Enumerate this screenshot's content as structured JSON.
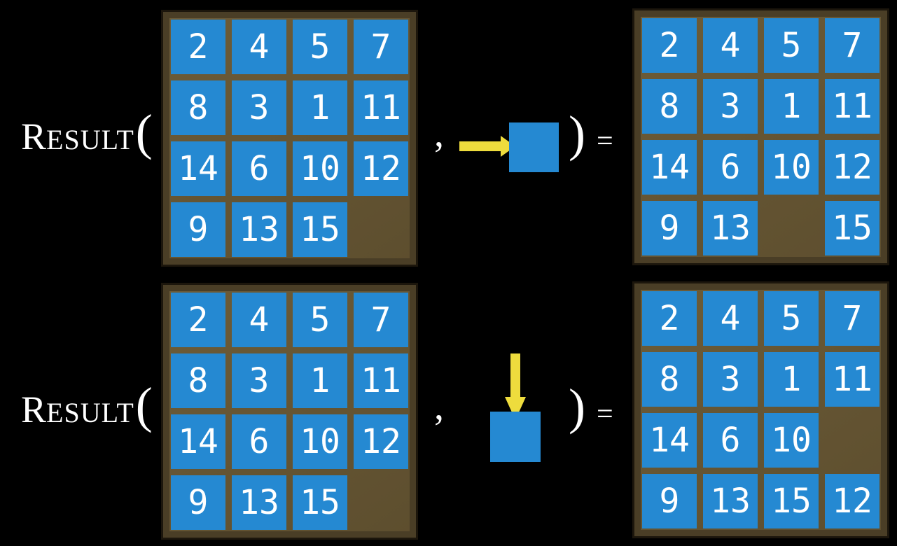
{
  "colors": {
    "background": "#000000",
    "board_face": "#6d5c38",
    "board_face_dark": "#5d4e2e",
    "board_edge": "#4a3e26",
    "board_outline": "#1c160c",
    "tile_blue": "#2589d2",
    "tile_text": "#ffffff",
    "arrow_yellow": "#eedc3d",
    "label_text": "#ffffff"
  },
  "equations": [
    {
      "function": {
        "initial": "R",
        "small_caps": "ESULT",
        "open_paren": "("
      },
      "separator_comma": ",",
      "move_direction": "right",
      "close_paren": ")",
      "equals_sign": "=",
      "input_board": [
        [
          2,
          4,
          5,
          7
        ],
        [
          8,
          3,
          1,
          11
        ],
        [
          14,
          6,
          10,
          12
        ],
        [
          9,
          13,
          15,
          null
        ]
      ],
      "result_board": [
        [
          2,
          4,
          5,
          7
        ],
        [
          8,
          3,
          1,
          11
        ],
        [
          14,
          6,
          10,
          12
        ],
        [
          9,
          13,
          null,
          15
        ]
      ]
    },
    {
      "function": {
        "initial": "R",
        "small_caps": "ESULT",
        "open_paren": "("
      },
      "separator_comma": ",",
      "move_direction": "down",
      "close_paren": ")",
      "equals_sign": "=",
      "input_board": [
        [
          2,
          4,
          5,
          7
        ],
        [
          8,
          3,
          1,
          11
        ],
        [
          14,
          6,
          10,
          12
        ],
        [
          9,
          13,
          15,
          null
        ]
      ],
      "result_board": [
        [
          2,
          4,
          5,
          7
        ],
        [
          8,
          3,
          1,
          11
        ],
        [
          14,
          6,
          10,
          null
        ],
        [
          9,
          13,
          15,
          12
        ]
      ]
    }
  ]
}
